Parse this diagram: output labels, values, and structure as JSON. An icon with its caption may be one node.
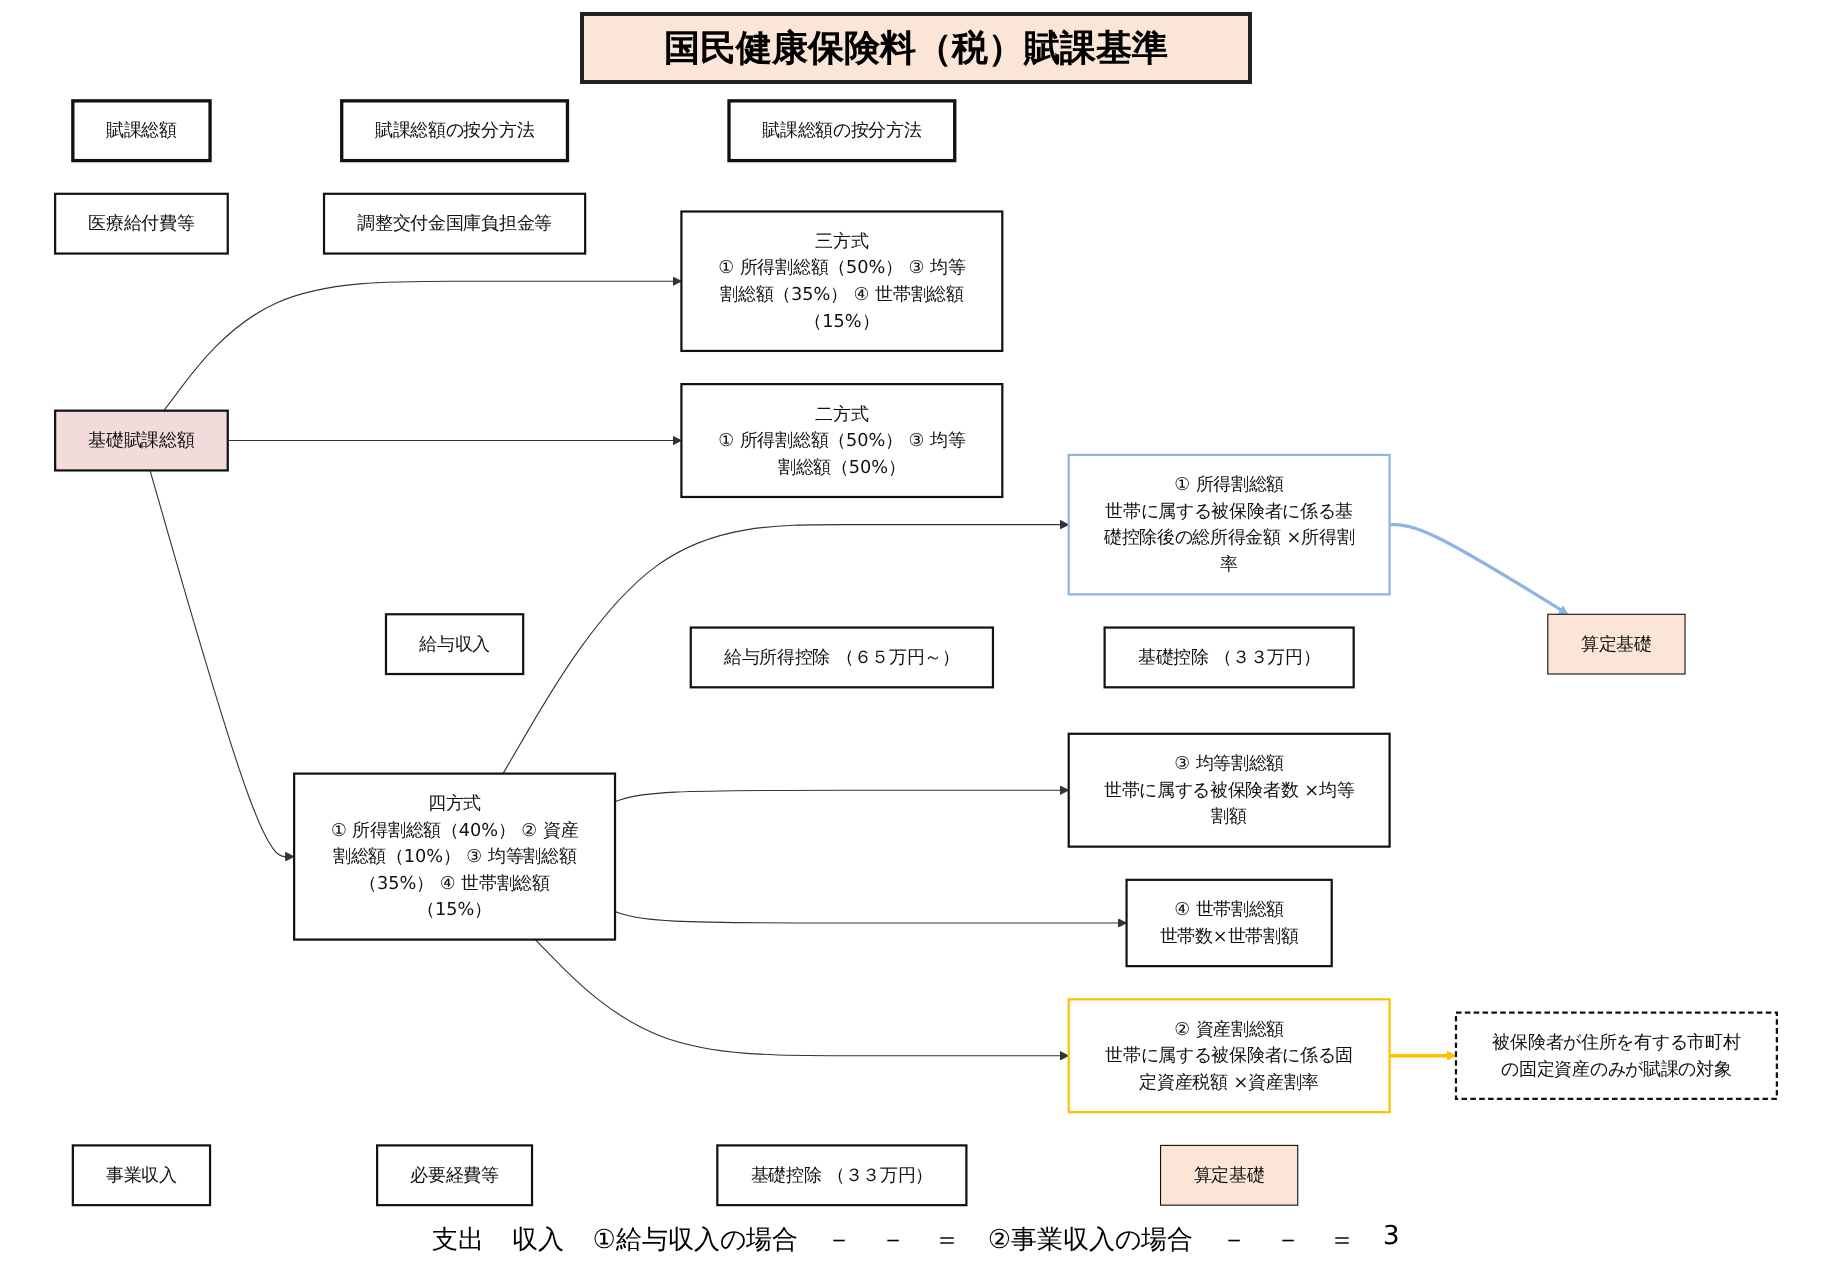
{
  "diagram": {
    "title": "国民健康保険料（税）賦課基準",
    "nodes": [
      {
        "text": [
          "賦課総額"
        ]
      },
      {
        "text": [
          "賦課総額の按分方法"
        ]
      },
      {
        "text": [
          "賦課総額の按分方法"
        ]
      },
      {
        "text": [
          "医療給付費等"
        ]
      },
      {
        "text": [
          "調整交付金国庫負担金等"
        ]
      },
      {
        "text": [
          "基礎賦課総額"
        ]
      },
      {
        "text": [
          "四方式",
          "① 所得割総額（40%） ② 資産割総額（10%） ③ 均等割総額（35%） ④ 世帯割総額（15%）"
        ]
      },
      {
        "text": [
          "三方式",
          "① 所得割総額（50%） ③ 均等割総額（35%） ④ 世帯割総額（15%）"
        ]
      },
      {
        "text": [
          "二方式",
          "① 所得割総額（50%） ③ 均等割総額（50%）"
        ]
      },
      {
        "text": [
          "① 所得割総額",
          "世帯に属する被保険者に係る基礎控除後の総所得金額 ×所得割率"
        ]
      },
      {
        "text": [
          "② 資産割総額",
          "世帯に属する被保険者に係る固定資産税額 ×資産割率"
        ]
      },
      {
        "text": [
          "③ 均等割総額",
          "世帯に属する被保険者数 ×均等割額"
        ]
      },
      {
        "text": [
          "④ 世帯割総額",
          "世帯数×世帯割額"
        ]
      },
      {
        "text": [
          "被保険者が住所を有する市町村の固定資産のみが賦課の対象"
        ]
      },
      {
        "text": [
          "給与収入"
        ]
      },
      {
        "text": [
          "給与所得控除 （６５万円～）"
        ]
      },
      {
        "text": [
          "基礎控除 （３３万円）"
        ]
      },
      {
        "text": [
          "算定基礎"
        ]
      },
      {
        "text": [
          "事業収入"
        ]
      },
      {
        "text": [
          "必要経費等"
        ]
      },
      {
        "text": [
          "基礎控除 （３３万円）"
        ]
      },
      {
        "text": [
          "算定基礎"
        ]
      }
    ],
    "edges": [
      {
        "from": 5,
        "to": 6,
        "arrow": "to"
      },
      {
        "from": 5,
        "to": 7,
        "arrow": "to"
      },
      {
        "from": 5,
        "to": 8,
        "arrow": "to"
      },
      {
        "from": 6,
        "to": 9,
        "arrow": "to"
      },
      {
        "from": 6,
        "to": 10,
        "arrow": "to"
      },
      {
        "from": 6,
        "to": 11,
        "arrow": "to"
      },
      {
        "from": 6,
        "to": 12,
        "arrow": "to"
      },
      {
        "from": 9,
        "to": 17,
        "arrow": "to",
        "color": "#8db4e2"
      },
      {
        "from": 10,
        "to": 13,
        "arrow": "to",
        "color": "#ffc000"
      }
    ],
    "labels": [
      "支出",
      "収入",
      "①給与収入の場合",
      "－",
      "－",
      "＝",
      "②事業収入の場合",
      "－",
      "－",
      "＝",
      "3"
    ]
  }
}
